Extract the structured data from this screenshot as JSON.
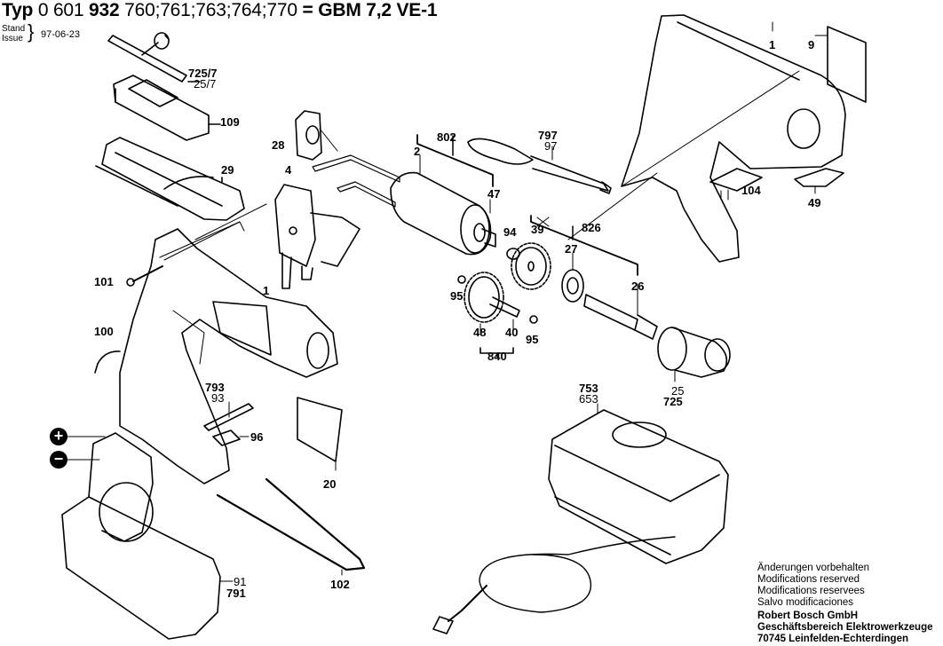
{
  "header": {
    "typ_label": "Typ",
    "typ_prefix": "0 601",
    "typ_main": "932",
    "variants": "760;761;763;764;770",
    "equals": "=",
    "model": "GBM 7,2 VE-1",
    "stand_label": "Stand",
    "issue_label": "Issue",
    "date": "97-06-23"
  },
  "parts": {
    "p725_7": "725/7",
    "p25_7": "25/7",
    "p109": "109",
    "p29": "29",
    "p28": "28",
    "p4": "4",
    "p802": "802",
    "p2": "2",
    "p47": "47",
    "p797": "797",
    "p97": "97",
    "p1_top": "1",
    "p9": "9",
    "p104": "104",
    "p49": "49",
    "p94": "94",
    "p39": "39",
    "p826": "826",
    "p27": "27",
    "p26": "26",
    "p95_a": "95",
    "p95_b": "95",
    "p48": "48",
    "p40": "40",
    "p840": "840",
    "p25": "25",
    "p725": "725",
    "p101": "101",
    "p1_left": "1",
    "p100": "100",
    "p793": "793",
    "p93": "93",
    "p96": "96",
    "p20": "20",
    "p753": "753",
    "p653": "653",
    "p91": "91",
    "p791": "791",
    "p102": "102",
    "plus": "+",
    "minus": "−"
  },
  "footer": {
    "line1": "Änderungen vorbehalten",
    "line2": "Modifications reserved",
    "line3": "Modifications reservees",
    "line4": "Salvo modificaciones",
    "company": "Robert Bosch GmbH",
    "division": "Geschäftsbereich Elektrowerkzeuge",
    "address": "70745 Leinfelden-Echterdingen"
  }
}
